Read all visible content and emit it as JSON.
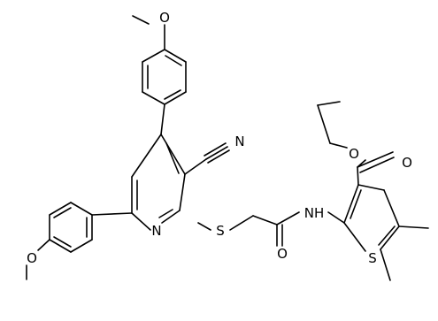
{
  "molecule": {
    "atom_labels": {
      "methoxy_top": "O",
      "methoxy_left": "O",
      "nitrile_n": "N",
      "pyridine_n": "N",
      "thioether_s": "S",
      "amide_nh": "NH",
      "amide_o": "O",
      "ester_o_ether": "O",
      "ester_o_carbonyl": "O",
      "thiophene_s": "S"
    },
    "colors": {
      "bond": "#000000",
      "label": "#000000",
      "background": "#ffffff"
    }
  }
}
